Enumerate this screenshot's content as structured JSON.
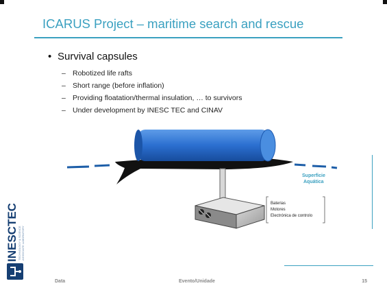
{
  "slide": {
    "title": "ICARUS Project – maritime search and rescue",
    "bullet": "Survival capsules",
    "sub_bullets": [
      "Robotized life rafts",
      "Short range (before inflation)",
      "Providing floatation/thermal insulation, … to survivors",
      "Under development by INESC TEC and CINAV"
    ]
  },
  "diagram": {
    "water_label_line1": "Superficie",
    "water_label_line2": "Aquática",
    "box_labels": [
      "Baterias",
      "Motores",
      "Electrónica de controlo"
    ]
  },
  "branding": {
    "name": "INESCTEC",
    "subtitle_line1": "TECHNOLOGY & SCIENCE",
    "subtitle_line2": "ASSOCIATE LABORATORY",
    "logo_icon": "inesc-tec-logo-icon"
  },
  "footer": {
    "left": "Data",
    "center": "Evento/Unidade",
    "page_number": "15"
  },
  "colors": {
    "accent": "#3aa0c0",
    "capsule": "#2b6fd0",
    "brand": "#163f73"
  }
}
